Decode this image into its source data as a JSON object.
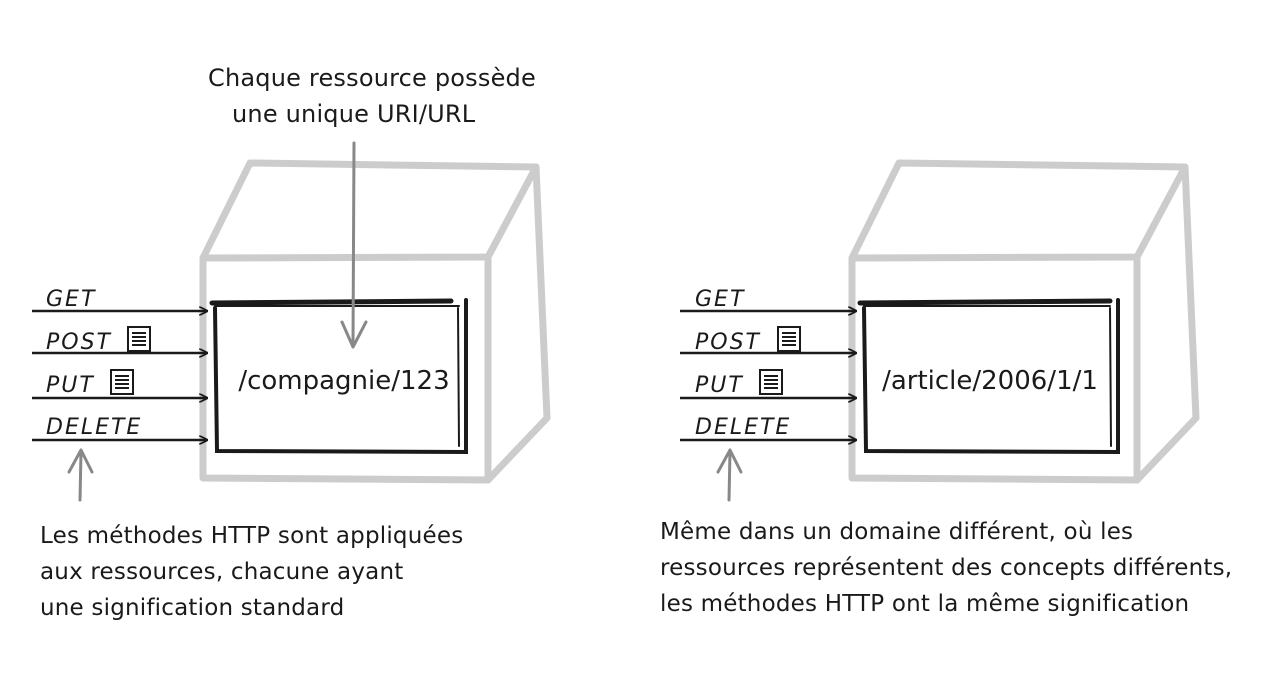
{
  "colors": {
    "ink": "#1a1a1a",
    "cube": "#cccccc",
    "pointer": "#888888"
  },
  "top_note": {
    "lines": [
      "Chaque ressource possède",
      "une unique URI/URL"
    ]
  },
  "resources": [
    {
      "path": "/compagnie/123",
      "methods": [
        {
          "label": "GET",
          "icon": ""
        },
        {
          "label": "POST",
          "icon": "document-icon"
        },
        {
          "label": "PUT",
          "icon": "document-icon"
        },
        {
          "label": "DELETE",
          "icon": ""
        }
      ],
      "note": {
        "lines": [
          "Les méthodes HTTP sont appliquées",
          "aux ressources, chacune ayant",
          "une signification standard"
        ]
      }
    },
    {
      "path": "/article/2006/1/1",
      "methods": [
        {
          "label": "GET",
          "icon": ""
        },
        {
          "label": "POST",
          "icon": "document-icon"
        },
        {
          "label": "PUT",
          "icon": "document-icon"
        },
        {
          "label": "DELETE",
          "icon": ""
        }
      ],
      "note": {
        "lines": [
          "Même dans un domaine différent, où les",
          "ressources représentent des concepts différents,",
          "les méthodes HTTP ont la même signification"
        ]
      }
    }
  ]
}
